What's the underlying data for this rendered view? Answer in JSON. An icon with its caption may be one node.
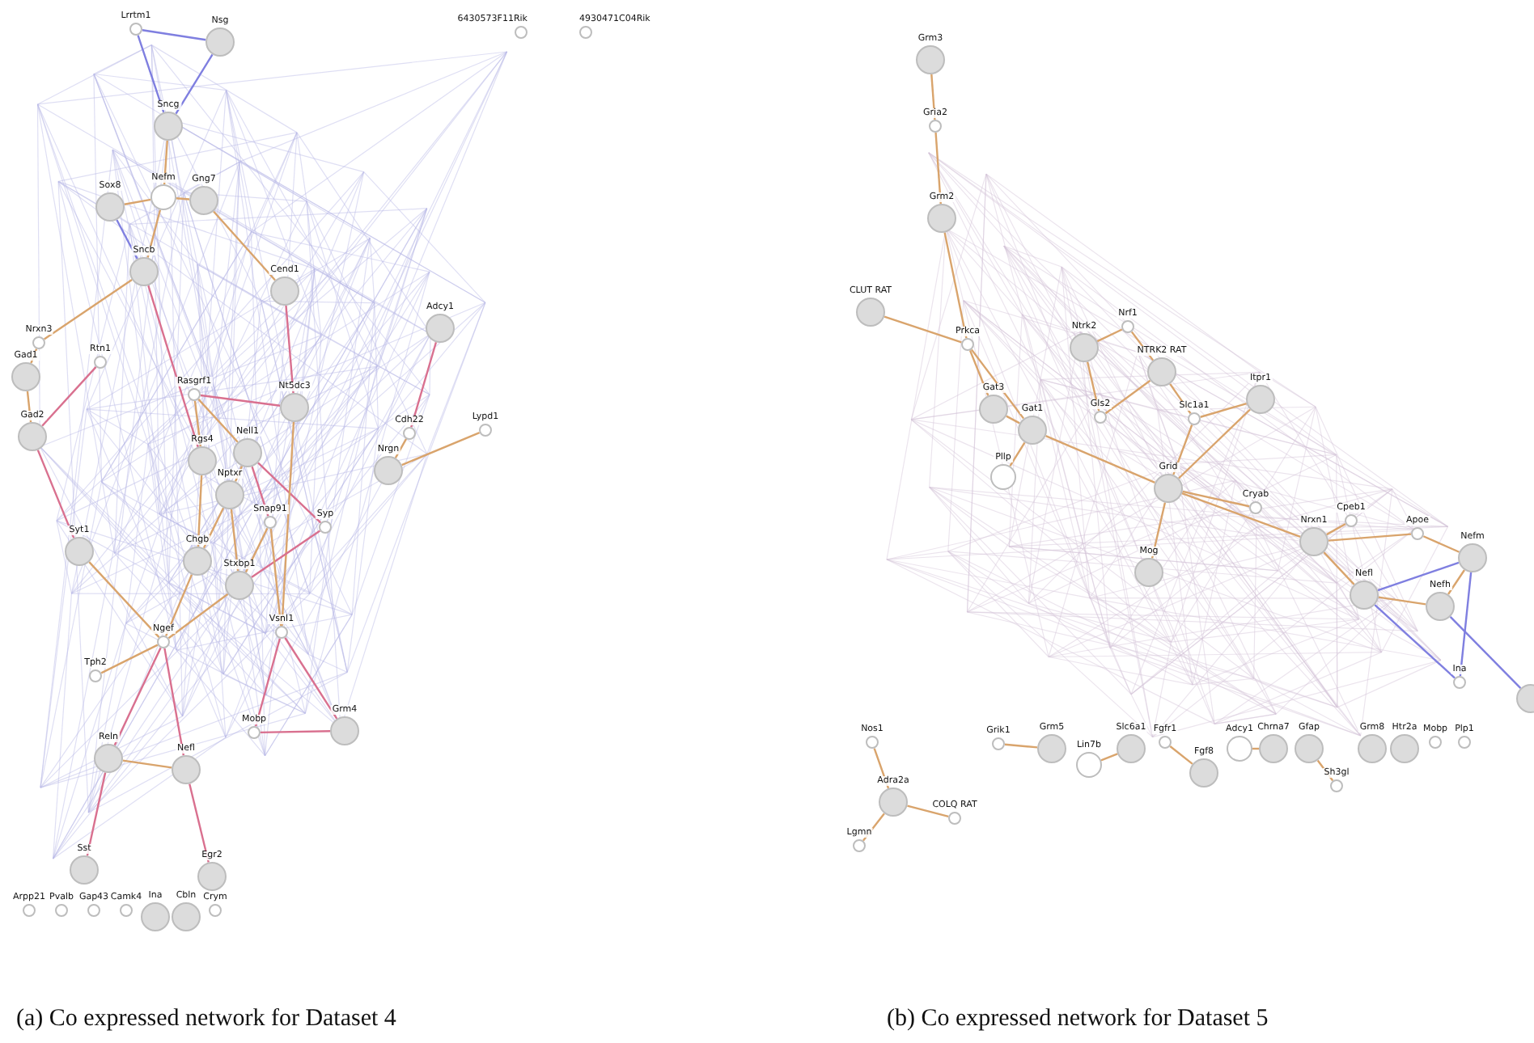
{
  "diagram": {
    "nodes": [
      {
        "text": [
          "Lrrtm1"
        ]
      },
      {
        "text": [
          "Nsg"
        ]
      },
      {
        "text": [
          "6430573F11Rik"
        ]
      },
      {
        "text": [
          "4930471C04Rik"
        ]
      },
      {
        "text": [
          "Sncg"
        ]
      },
      {
        "text": [
          "Sox8"
        ]
      },
      {
        "text": [
          "Nefm"
        ]
      },
      {
        "text": [
          "Gng7"
        ]
      },
      {
        "text": [
          "Sncb"
        ]
      },
      {
        "text": [
          "Cend1"
        ]
      },
      {
        "text": [
          "Adcy1"
        ]
      },
      {
        "text": [
          "Nrxn3"
        ]
      },
      {
        "text": [
          "Rtn1"
        ]
      },
      {
        "text": [
          "Gad1"
        ]
      },
      {
        "text": [
          "Gad2"
        ]
      },
      {
        "text": [
          "Rasgrf1"
        ]
      },
      {
        "text": [
          "Nt5dc3"
        ]
      },
      {
        "text": [
          "Cdh22"
        ]
      },
      {
        "text": [
          "Lypd1"
        ]
      },
      {
        "text": [
          "Rgs4"
        ]
      },
      {
        "text": [
          "Nell1"
        ]
      },
      {
        "text": [
          "Nrgn"
        ]
      },
      {
        "text": [
          "Nptxr"
        ]
      },
      {
        "text": [
          "Snap91"
        ]
      },
      {
        "text": [
          "Syp"
        ]
      },
      {
        "text": [
          "Syt1"
        ]
      },
      {
        "text": [
          "Chgb"
        ]
      },
      {
        "text": [
          "Stxbp1"
        ]
      },
      {
        "text": [
          "Vsnl1"
        ]
      },
      {
        "text": [
          "Ngef"
        ]
      },
      {
        "text": [
          "Tph2"
        ]
      },
      {
        "text": [
          "Reln"
        ]
      },
      {
        "text": [
          "Nefl"
        ]
      },
      {
        "text": [
          "Mobp"
        ]
      },
      {
        "text": [
          "Grm4"
        ]
      },
      {
        "text": [
          "Sst"
        ]
      },
      {
        "text": [
          "Egr2"
        ]
      },
      {
        "text": [
          "Arpp21"
        ]
      },
      {
        "text": [
          "Pvalb"
        ]
      },
      {
        "text": [
          "Gap43"
        ]
      },
      {
        "text": [
          "Camk4"
        ]
      },
      {
        "text": [
          "Ina"
        ]
      },
      {
        "text": [
          "Cbln"
        ]
      },
      {
        "text": [
          "Crym"
        ]
      },
      {
        "text": [
          "Grm3"
        ]
      },
      {
        "text": [
          "Gria2"
        ]
      },
      {
        "text": [
          "Grm2"
        ]
      },
      {
        "text": [
          "CLUT RAT"
        ]
      },
      {
        "text": [
          "Prkca"
        ]
      },
      {
        "text": [
          "Ntrk2"
        ]
      },
      {
        "text": [
          "Nrf1"
        ]
      },
      {
        "text": [
          "NTRK2 RAT"
        ]
      },
      {
        "text": [
          "Gat3"
        ]
      },
      {
        "text": [
          "Gls2"
        ]
      },
      {
        "text": [
          "Slc1a1"
        ]
      },
      {
        "text": [
          "Itpr1"
        ]
      },
      {
        "text": [
          "Gat1"
        ]
      },
      {
        "text": [
          "Pllp"
        ]
      },
      {
        "text": [
          "Grid"
        ]
      },
      {
        "text": [
          "Cryab"
        ]
      },
      {
        "text": [
          "Cpeb1"
        ]
      },
      {
        "text": [
          "Nrxn1"
        ]
      },
      {
        "text": [
          "Apoe"
        ]
      },
      {
        "text": [
          "Nefm"
        ]
      },
      {
        "text": [
          "Mog"
        ]
      },
      {
        "text": [
          "Nefl"
        ]
      },
      {
        "text": [
          "Nefh"
        ]
      },
      {
        "text": [
          "Ina"
        ]
      },
      {
        "text": [],
        "shape": "circle"
      },
      {
        "text": [
          "Nos1"
        ]
      },
      {
        "text": [
          "Grik1"
        ]
      },
      {
        "text": [
          "Grm5"
        ]
      },
      {
        "text": [
          "Lin7b"
        ]
      },
      {
        "text": [
          "Slc6a1"
        ]
      },
      {
        "text": [
          "Fgfr1"
        ]
      },
      {
        "text": [
          "Fgf8"
        ]
      },
      {
        "text": [
          "Adcy1"
        ]
      },
      {
        "text": [
          "Chrna7"
        ]
      },
      {
        "text": [
          "Gfap"
        ]
      },
      {
        "text": [
          "Sh3gl"
        ]
      },
      {
        "text": [
          "Grm8"
        ]
      },
      {
        "text": [
          "Htr2a"
        ]
      },
      {
        "text": [
          "Mobp"
        ]
      },
      {
        "text": [
          "Plp1"
        ]
      },
      {
        "text": [
          "Adra2a"
        ]
      },
      {
        "text": [
          "COLQ RAT"
        ]
      },
      {
        "text": [
          "Lgmn"
        ]
      }
    ],
    "edges": [
      {
        "from": 0,
        "to": 1,
        "arrow": "none",
        "color": "#7f7fe0"
      },
      {
        "from": 0,
        "to": 4,
        "arrow": "none",
        "color": "#7f7fe0"
      },
      {
        "from": 1,
        "to": 4,
        "arrow": "none",
        "color": "#7f7fe0"
      },
      {
        "from": 5,
        "to": 8,
        "arrow": "none",
        "color": "#7f7fe0"
      },
      {
        "from": 4,
        "to": 6,
        "arrow": "none"
      },
      {
        "from": 5,
        "to": 6,
        "arrow": "none"
      },
      {
        "from": 6,
        "to": 7,
        "arrow": "none"
      },
      {
        "from": 6,
        "to": 8,
        "arrow": "none"
      },
      {
        "from": 7,
        "to": 9,
        "arrow": "none"
      },
      {
        "from": 8,
        "to": 11,
        "arrow": "none"
      },
      {
        "from": 11,
        "to": 13,
        "arrow": "none"
      },
      {
        "from": 13,
        "to": 14,
        "arrow": "none"
      },
      {
        "from": 14,
        "to": 25,
        "arrow": "none",
        "color": "#d9708f"
      },
      {
        "from": 8,
        "to": 19,
        "arrow": "none",
        "color": "#d9708f"
      },
      {
        "from": 12,
        "to": 14,
        "arrow": "none",
        "color": "#d9708f"
      },
      {
        "from": 9,
        "to": 16,
        "arrow": "none",
        "color": "#d9708f"
      },
      {
        "from": 15,
        "to": 16,
        "arrow": "none",
        "color": "#d9708f"
      },
      {
        "from": 15,
        "to": 19,
        "arrow": "none"
      },
      {
        "from": 15,
        "to": 20,
        "arrow": "none"
      },
      {
        "from": 19,
        "to": 26,
        "arrow": "none"
      },
      {
        "from": 20,
        "to": 22,
        "arrow": "none"
      },
      {
        "from": 20,
        "to": 23,
        "arrow": "none",
        "color": "#d9708f"
      },
      {
        "from": 20,
        "to": 24,
        "arrow": "none",
        "color": "#d9708f"
      },
      {
        "from": 22,
        "to": 27,
        "arrow": "none"
      },
      {
        "from": 22,
        "to": 26,
        "arrow": "none"
      },
      {
        "from": 16,
        "to": 28,
        "arrow": "none"
      },
      {
        "from": 10,
        "to": 17,
        "arrow": "none",
        "color": "#d9708f"
      },
      {
        "from": 17,
        "to": 21,
        "arrow": "none"
      },
      {
        "from": 21,
        "to": 18,
        "arrow": "none"
      },
      {
        "from": 24,
        "to": 27,
        "arrow": "none",
        "color": "#d9708f"
      },
      {
        "from": 23,
        "to": 27,
        "arrow": "none"
      },
      {
        "from": 25,
        "to": 29,
        "arrow": "none"
      },
      {
        "from": 27,
        "to": 29,
        "arrow": "none"
      },
      {
        "from": 26,
        "to": 29,
        "arrow": "none"
      },
      {
        "from": 29,
        "to": 30,
        "arrow": "none"
      },
      {
        "from": 29,
        "to": 31,
        "arrow": "none",
        "color": "#d9708f"
      },
      {
        "from": 29,
        "to": 32,
        "arrow": "none",
        "color": "#d9708f"
      },
      {
        "from": 31,
        "to": 32,
        "arrow": "none"
      },
      {
        "from": 28,
        "to": 33,
        "arrow": "none",
        "color": "#d9708f"
      },
      {
        "from": 28,
        "to": 34,
        "arrow": "none",
        "color": "#d9708f"
      },
      {
        "from": 33,
        "to": 34,
        "arrow": "none",
        "color": "#d9708f"
      },
      {
        "from": 31,
        "to": 35,
        "arrow": "none",
        "color": "#d9708f"
      },
      {
        "from": 32,
        "to": 36,
        "arrow": "none",
        "color": "#d9708f"
      },
      {
        "from": 23,
        "to": 28,
        "arrow": "none"
      },
      {
        "from": 44,
        "to": 45,
        "arrow": "none"
      },
      {
        "from": 45,
        "to": 46,
        "arrow": "none"
      },
      {
        "from": 46,
        "to": 48,
        "arrow": "none"
      },
      {
        "from": 47,
        "to": 48,
        "arrow": "none"
      },
      {
        "from": 48,
        "to": 52,
        "arrow": "none"
      },
      {
        "from": 48,
        "to": 56,
        "arrow": "none"
      },
      {
        "from": 52,
        "to": 56,
        "arrow": "none"
      },
      {
        "from": 56,
        "to": 58,
        "arrow": "none"
      },
      {
        "from": 49,
        "to": 50,
        "arrow": "none"
      },
      {
        "from": 50,
        "to": 51,
        "arrow": "none"
      },
      {
        "from": 49,
        "to": 53,
        "arrow": "none"
      },
      {
        "from": 53,
        "to": 51,
        "arrow": "none"
      },
      {
        "from": 51,
        "to": 54,
        "arrow": "none"
      },
      {
        "from": 54,
        "to": 55,
        "arrow": "none"
      },
      {
        "from": 55,
        "to": 58,
        "arrow": "none"
      },
      {
        "from": 54,
        "to": 58,
        "arrow": "none"
      },
      {
        "from": 58,
        "to": 59,
        "arrow": "none"
      },
      {
        "from": 58,
        "to": 61,
        "arrow": "none"
      },
      {
        "from": 58,
        "to": 64,
        "arrow": "none"
      },
      {
        "from": 56,
        "to": 57,
        "arrow": "none"
      },
      {
        "from": 61,
        "to": 60,
        "arrow": "none"
      },
      {
        "from": 61,
        "to": 62,
        "arrow": "none"
      },
      {
        "from": 62,
        "to": 63,
        "arrow": "none"
      },
      {
        "from": 61,
        "to": 65,
        "arrow": "none"
      },
      {
        "from": 65,
        "to": 66,
        "arrow": "none"
      },
      {
        "from": 66,
        "to": 63,
        "arrow": "none"
      },
      {
        "from": 65,
        "to": 63,
        "arrow": "none",
        "color": "#7f7fe0"
      },
      {
        "from": 65,
        "to": 67,
        "arrow": "none",
        "color": "#7f7fe0"
      },
      {
        "from": 63,
        "to": 67,
        "arrow": "none",
        "color": "#7f7fe0"
      },
      {
        "from": 66,
        "to": 68,
        "arrow": "none",
        "color": "#7f7fe0"
      },
      {
        "from": 70,
        "to": 71,
        "arrow": "none"
      },
      {
        "from": 72,
        "to": 73,
        "arrow": "none"
      },
      {
        "from": 74,
        "to": 75,
        "arrow": "none"
      },
      {
        "from": 76,
        "to": 77,
        "arrow": "none"
      },
      {
        "from": 78,
        "to": 79,
        "arrow": "none"
      },
      {
        "from": 69,
        "to": 84,
        "arrow": "none"
      },
      {
        "from": 84,
        "to": 85,
        "arrow": "none"
      },
      {
        "from": 84,
        "to": 86,
        "arrow": "none"
      }
    ],
    "labels": [
      "(a) Co expressed network for Dataset 4",
      "(b) Co expressed network for Dataset 5"
    ]
  }
}
